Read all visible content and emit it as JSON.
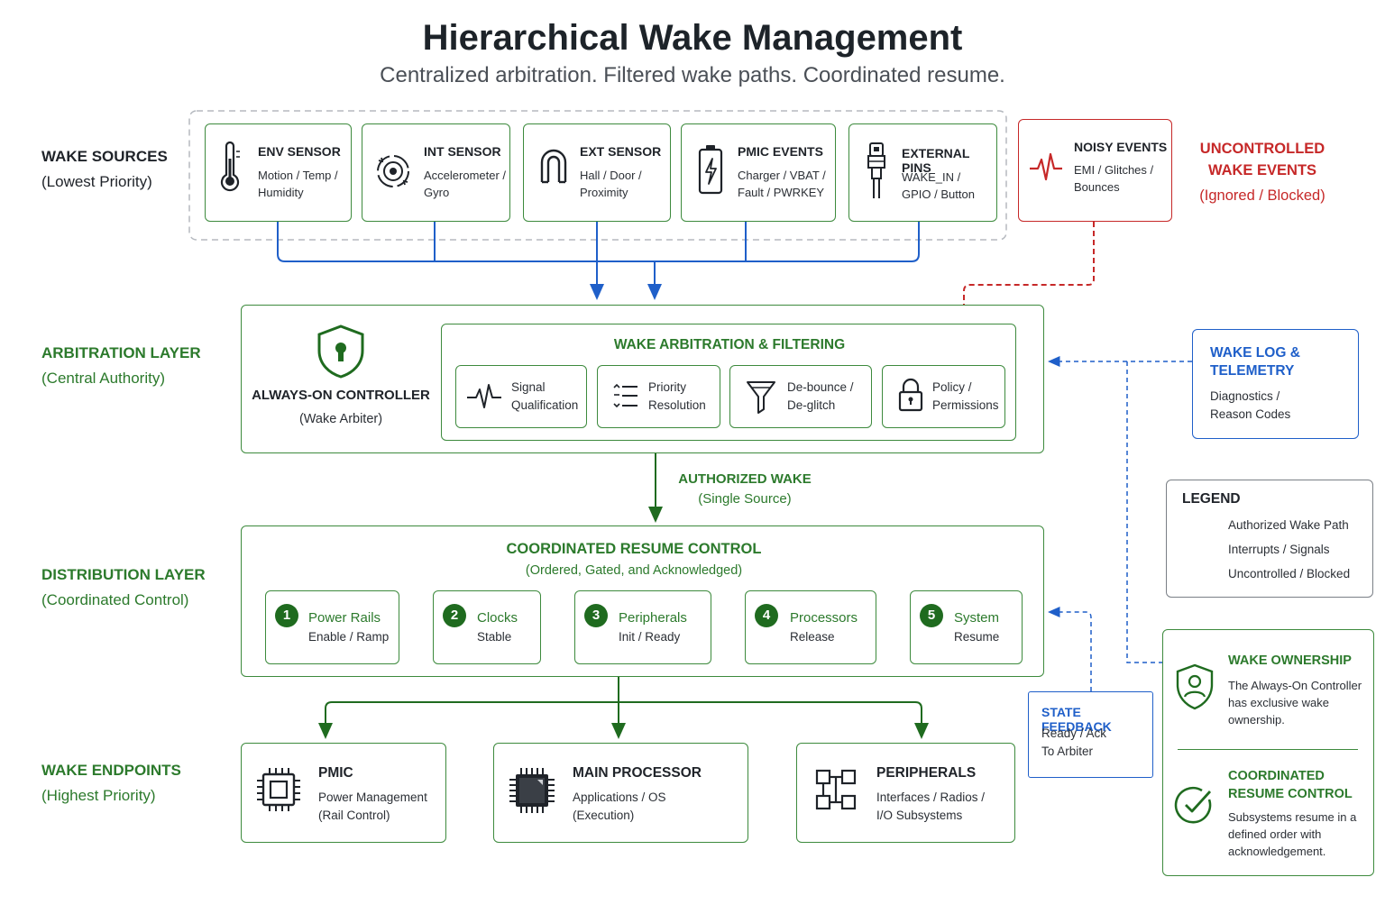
{
  "title": "Hierarchical Wake Management",
  "subtitle": "Centralized arbitration. Filtered wake paths. Coordinated resume.",
  "rows": {
    "sources": {
      "label": "WAKE SOURCES",
      "sub": "(Lowest Priority)"
    },
    "arbitration": {
      "label": "ARBITRATION LAYER",
      "sub": "(Central Authority)"
    },
    "distribution": {
      "label": "DISTRIBUTION LAYER",
      "sub": "(Coordinated Control)"
    },
    "endpoints": {
      "label": "WAKE ENDPOINTS",
      "sub": "(Highest Priority)"
    }
  },
  "sources": [
    {
      "title": "ENV SENSOR",
      "line1": "Motion / Temp /",
      "line2": "Humidity",
      "icon": "thermometer-icon"
    },
    {
      "title": "INT SENSOR",
      "line1": "Accelerometer /",
      "line2": "Gyro",
      "icon": "gyroscope-icon"
    },
    {
      "title": "EXT SENSOR",
      "line1": "Hall / Door /",
      "line2": "Proximity",
      "icon": "magnet-icon"
    },
    {
      "title": "PMIC EVENTS",
      "line1": "Charger / VBAT /",
      "line2": "Fault / PWRKEY",
      "icon": "battery-bolt-icon"
    },
    {
      "title": "EXTERNAL PINS",
      "line1": "WAKE_IN /",
      "line2": "GPIO / Button",
      "icon": "connector-pin-icon"
    }
  ],
  "noisy": {
    "title": "NOISY EVENTS",
    "line1": "EMI / Glitches /",
    "line2": "Bounces",
    "icon": "pulse-icon"
  },
  "uncontrolled": {
    "line1": "UNCONTROLLED",
    "line2": "WAKE EVENTS",
    "line3": "(Ignored / Blocked)"
  },
  "controller": {
    "title": "ALWAYS-ON CONTROLLER",
    "sub": "(Wake Arbiter)",
    "icon": "shield-lock-icon"
  },
  "filtering": {
    "title": "WAKE ARBITRATION & FILTERING",
    "items": [
      {
        "line1": "Signal",
        "line2": "Qualification",
        "icon": "waveform-icon"
      },
      {
        "line1": "Priority",
        "line2": "Resolution",
        "icon": "priority-list-icon"
      },
      {
        "line1": "De-bounce /",
        "line2": "De-glitch",
        "icon": "funnel-icon"
      },
      {
        "line1": "Policy /",
        "line2": "Permissions",
        "icon": "padlock-icon"
      }
    ]
  },
  "wake_log": {
    "line1": "WAKE LOG &",
    "line2": "TELEMETRY",
    "desc1": "Diagnostics /",
    "desc2": "Reason Codes"
  },
  "authorized": {
    "line1": "AUTHORIZED WAKE",
    "line2": "(Single Source)"
  },
  "resume": {
    "title": "COORDINATED RESUME CONTROL",
    "sub": "(Ordered, Gated, and Acknowledged)",
    "steps": [
      {
        "num": "1",
        "title": "Power Rails",
        "desc": "Enable / Ramp"
      },
      {
        "num": "2",
        "title": "Clocks",
        "desc": "Stable"
      },
      {
        "num": "3",
        "title": "Peripherals",
        "desc": "Init / Ready"
      },
      {
        "num": "4",
        "title": "Processors",
        "desc": "Release"
      },
      {
        "num": "5",
        "title": "System",
        "desc": "Resume"
      }
    ]
  },
  "legend": {
    "title": "LEGEND",
    "items": [
      {
        "label": "Authorized Wake Path",
        "color": "#2c7a2c",
        "style": "solid"
      },
      {
        "label": "Interrupts / Signals",
        "color": "#1f5fc9",
        "style": "solid"
      },
      {
        "label": "Uncontrolled / Blocked",
        "color": "#c62828",
        "style": "dashed"
      }
    ]
  },
  "state_feedback": {
    "title": "STATE FEEDBACK",
    "line1": "Ready / Ack",
    "line2": "To Arbiter"
  },
  "ownership": {
    "title": "WAKE OWNERSHIP",
    "l1": "The Always-On Controller",
    "l2": "has exclusive wake",
    "l3": "ownership.",
    "title2a": "COORDINATED",
    "title2b": "RESUME CONTROL",
    "m1": "Subsystems resume in a",
    "m2": "defined order with",
    "m3": "acknowledgement."
  },
  "endpoints": [
    {
      "title": "PMIC",
      "line1": "Power Management",
      "line2": "(Rail Control)",
      "icon": "chip-outline-icon"
    },
    {
      "title": "MAIN PROCESSOR",
      "line1": "Applications / OS",
      "line2": "(Execution)",
      "icon": "cpu-icon"
    },
    {
      "title": "PERIPHERALS",
      "line1": "Interfaces / Radios /",
      "line2": "I/O Subsystems",
      "icon": "modules-icon"
    }
  ],
  "colors": {
    "green": "#2c7a2c",
    "blue": "#1f5fc9",
    "red": "#c62828",
    "dark": "#1f2329"
  }
}
